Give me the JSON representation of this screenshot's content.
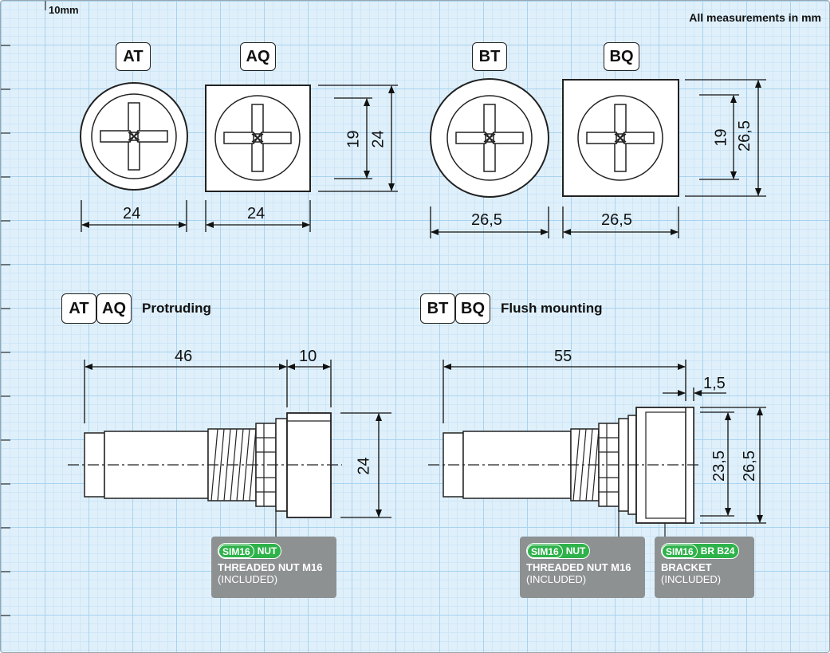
{
  "scale_label": "10mm",
  "units_note": "All measurements in mm",
  "top_views": {
    "at_label": "AT",
    "aq_label": "AQ",
    "bt_label": "BT",
    "bq_label": "BQ",
    "at_width": "24",
    "aq_width": "24",
    "aq_inner": "19",
    "aq_height": "24",
    "bt_width": "26,5",
    "bq_width": "26,5",
    "bq_inner": "19",
    "bq_height": "26,5"
  },
  "side_protruding": {
    "badge1": "AT",
    "badge2": "AQ",
    "title": "Protruding",
    "length": "46",
    "head": "10",
    "height": "24",
    "nut_tag": {
      "sim": "SIM16",
      "code": "NUT",
      "line1": "THREADED NUT M16",
      "line2": "(INCLUDED)"
    }
  },
  "side_flush": {
    "badge1": "BT",
    "badge2": "BQ",
    "title": "Flush mounting",
    "length": "55",
    "offset": "1,5",
    "inner_height": "23,5",
    "outer_height": "26,5",
    "nut_tag": {
      "sim": "SIM16",
      "code": "NUT",
      "line1": "THREADED NUT M16",
      "line2": "(INCLUDED)"
    },
    "bracket_tag": {
      "sim": "SIM16",
      "code": "BR B24",
      "line1": "BRACKET",
      "line2": "(INCLUDED)"
    }
  },
  "colors": {
    "grid_major": "#a9d3ef",
    "grid_minor": "#cfe6f6",
    "background": "#dff0fb",
    "tag_bg": "#8e9192",
    "pill_green": "#2eb24a"
  }
}
